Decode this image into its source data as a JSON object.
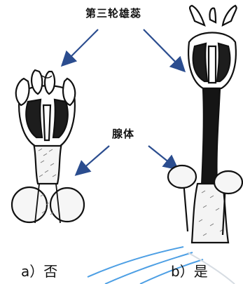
{
  "labels": {
    "stamen": "第三轮雄蕊",
    "gland": "腺体"
  },
  "captions": {
    "a": "a）否",
    "b": "b）是"
  },
  "colors": {
    "arrow": "#2b4d8f",
    "ink": "#111111",
    "watermark": "#2f8fe0"
  }
}
